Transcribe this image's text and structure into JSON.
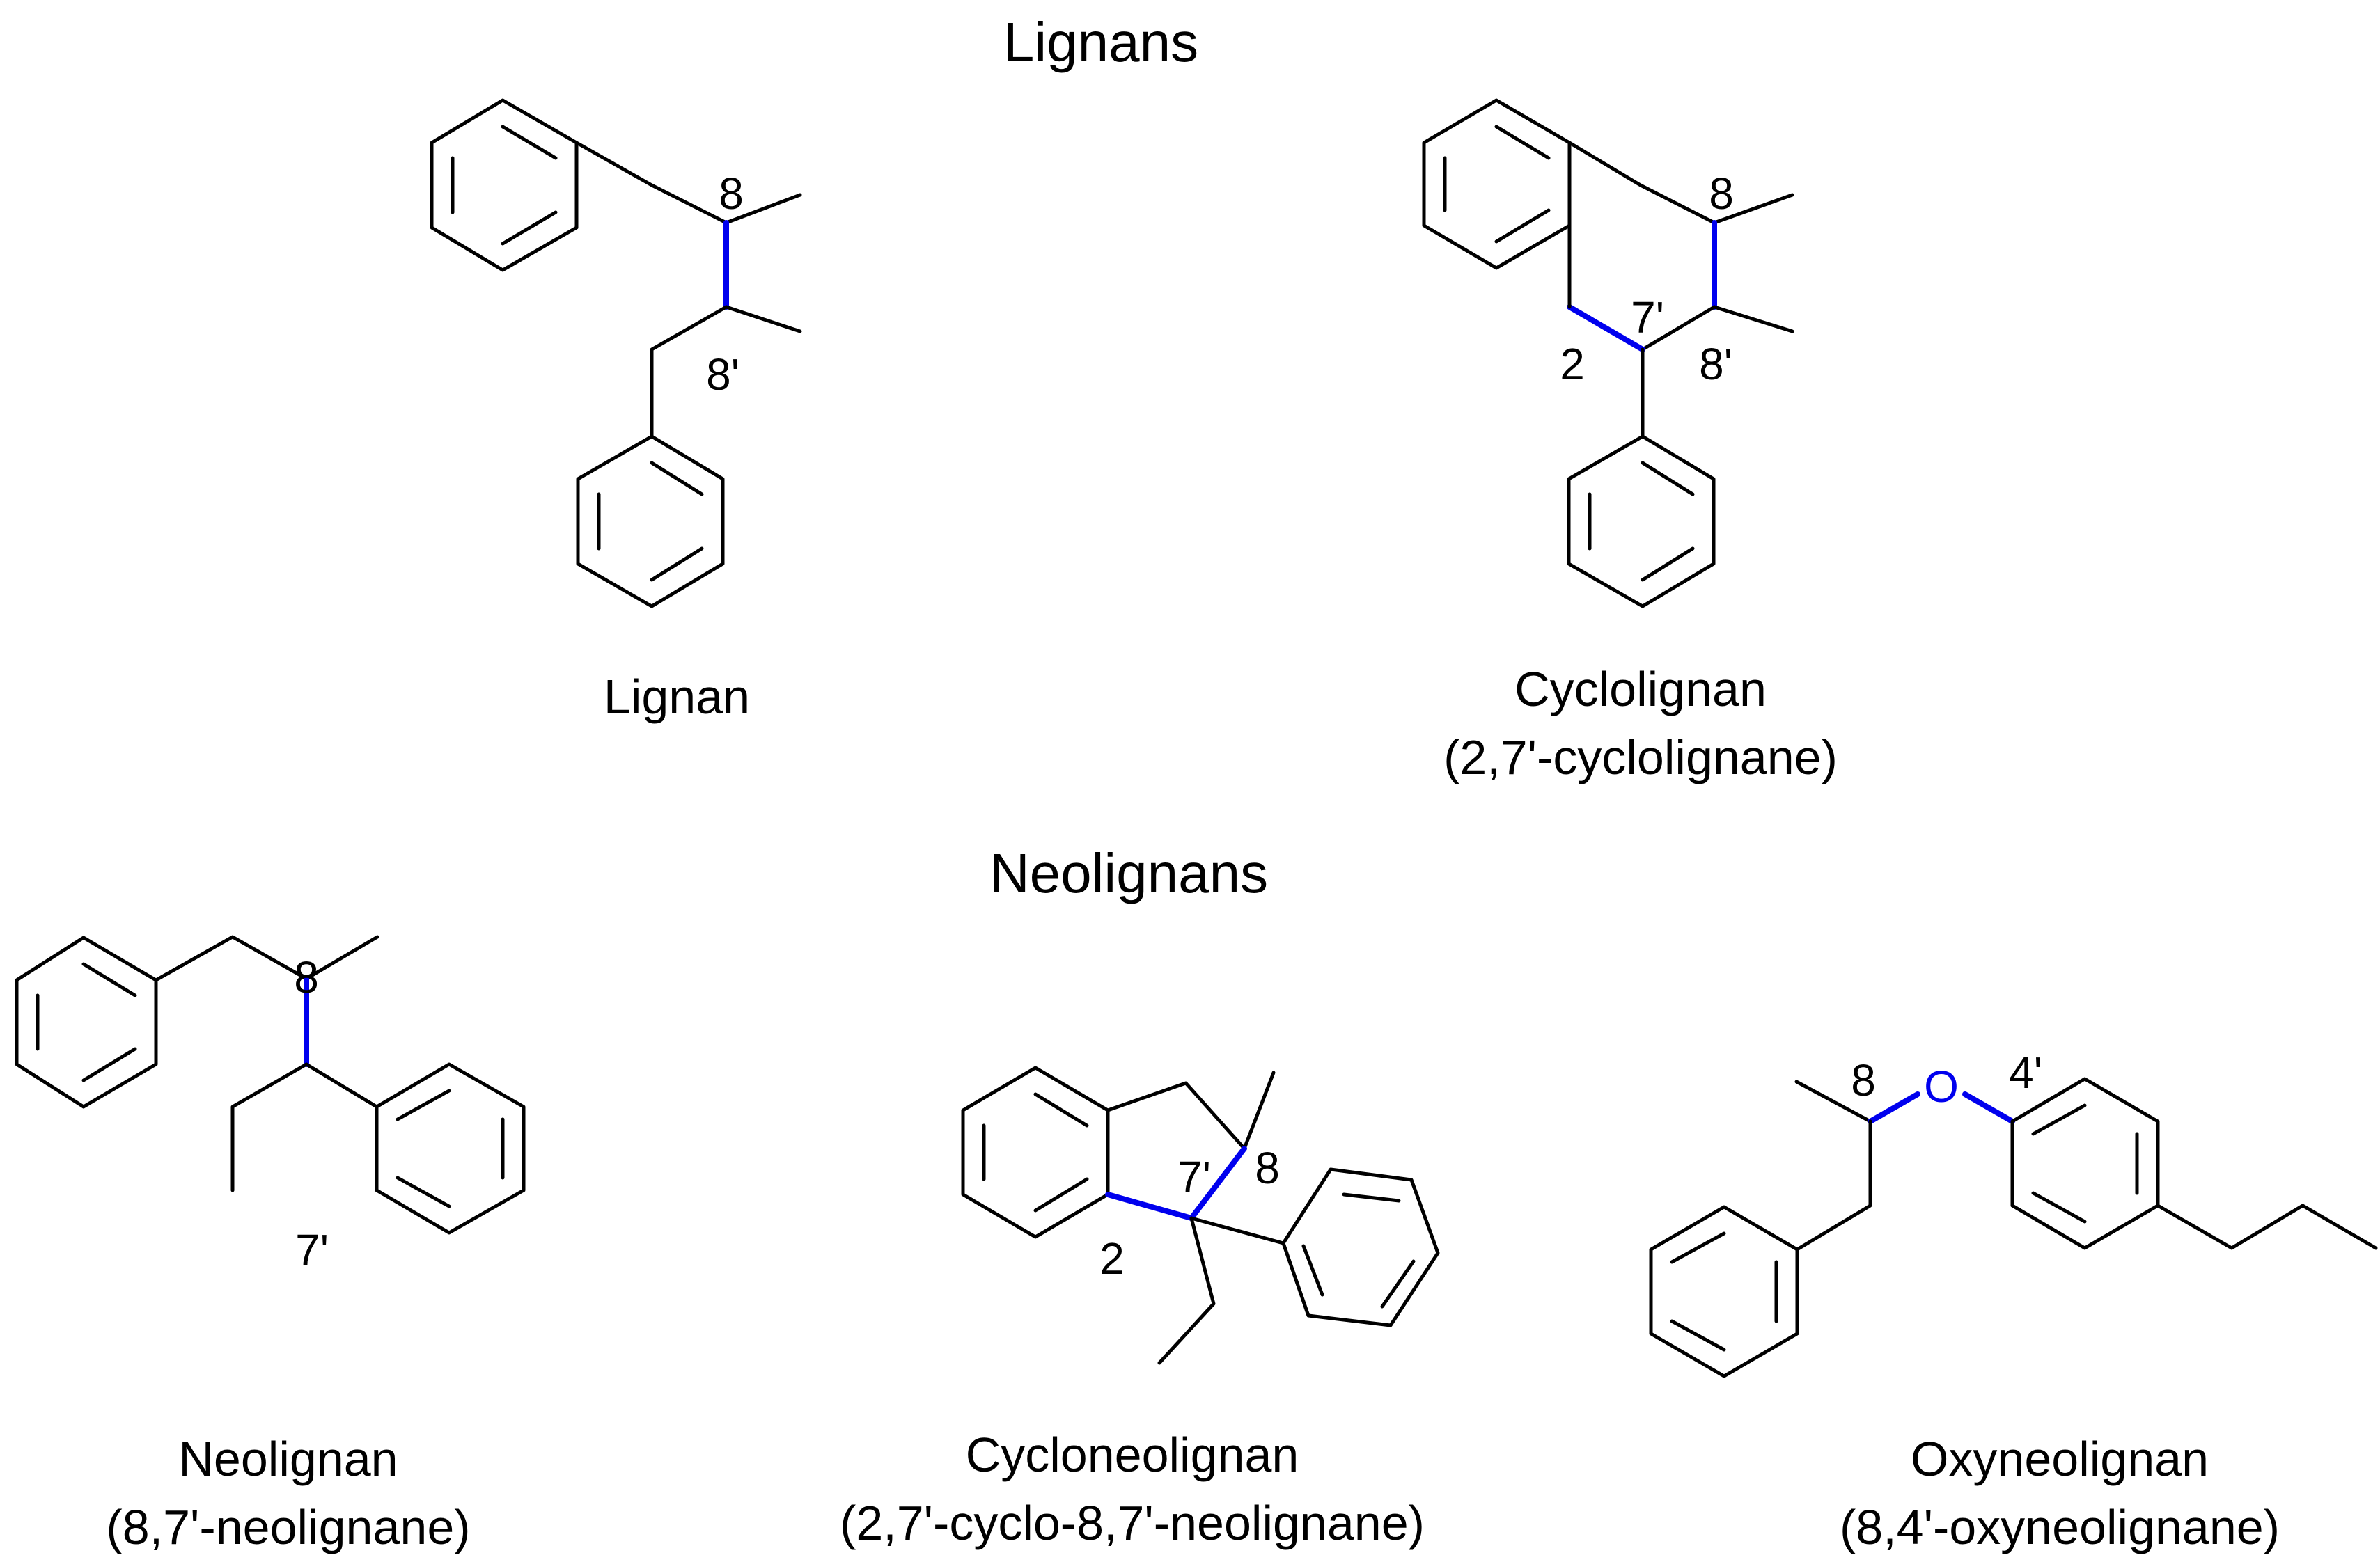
{
  "headings": {
    "lignans": "Lignans",
    "neolignans": "Neolignans"
  },
  "colors": {
    "bond": "#000000",
    "highlight": "#0000ee"
  },
  "structures": {
    "lignan": {
      "name": "Lignan",
      "labels": {
        "c8": "8",
        "c8p": "8'"
      }
    },
    "cyclolignan": {
      "name": "Cyclolignan",
      "systematic": "(2,7'-cyclolignane)",
      "labels": {
        "c8": "8",
        "c7p": "7'",
        "c2": "2",
        "c8p": "8'"
      }
    },
    "neolignan": {
      "name": "Neolignan",
      "systematic": "(8,7'-neolignane)",
      "labels": {
        "c8": "8",
        "c7p": "7'"
      }
    },
    "cycloneolignan": {
      "name": "Cycloneolignan",
      "systematic": "(2,7'-cyclo-8,7'-neolignane)",
      "labels": {
        "c7p": "7'",
        "c8": "8",
        "c2": "2"
      }
    },
    "oxyneolignan": {
      "name": "Oxyneolignan",
      "systematic": "(8,4'-oxyneolignane)",
      "labels": {
        "c8": "8",
        "o": "O",
        "c4p": "4'"
      }
    }
  }
}
